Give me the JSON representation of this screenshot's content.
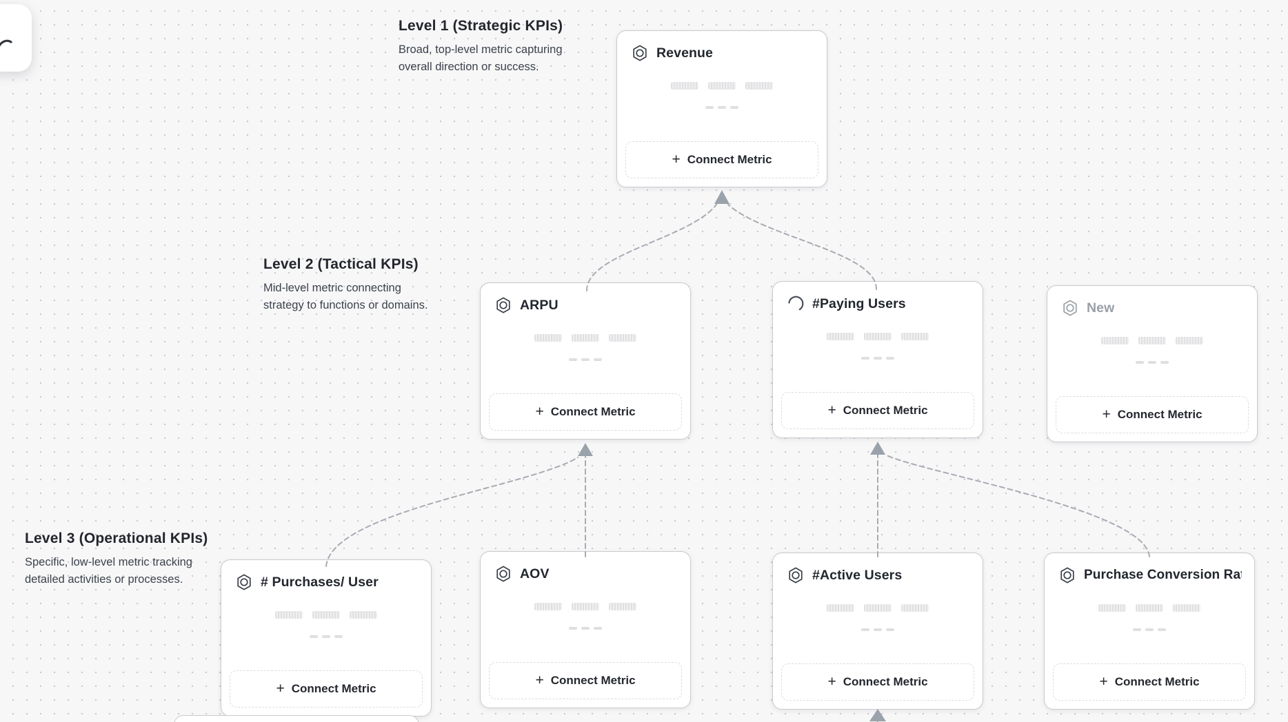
{
  "app": {
    "background": "#f7f7f8",
    "dot_color": "#c9c9cc",
    "card_border": "#c9cacd",
    "connector_color": "#a7abb2",
    "arrowhead_color": "#9aa2ab",
    "placeholder_text_color": "#9aa0a8"
  },
  "toolbar": {
    "icon": "tool-stroke-icon"
  },
  "labels": {
    "connect_metric": "Connect Metric",
    "plus": "+"
  },
  "levels": [
    {
      "title": "Level 1 (Strategic KPIs)",
      "description": "Broad, top-level metric capturing overall direction or success."
    },
    {
      "title": "Level 2 (Tactical KPIs)",
      "description": "Mid-level metric connecting strategy to functions or domains."
    },
    {
      "title": "Level 3 (Operational KPIs)",
      "description": "Specific, low-level metric tracking detailed activities or processes."
    }
  ],
  "cards": [
    {
      "id": "revenue",
      "title": "Revenue",
      "icon": "hexagon-metric-icon",
      "level": 1,
      "state": "default"
    },
    {
      "id": "arpu",
      "title": "ARPU",
      "icon": "hexagon-metric-icon",
      "level": 2,
      "state": "default"
    },
    {
      "id": "paying-users",
      "title": "#Paying Users",
      "icon": "spinner-icon",
      "level": 2,
      "state": "loading"
    },
    {
      "id": "new",
      "title": "New",
      "icon": "hexagon-metric-icon",
      "level": 2,
      "state": "placeholder"
    },
    {
      "id": "purchases-per-user",
      "title": "# Purchases/ User",
      "icon": "hexagon-metric-icon",
      "level": 3,
      "state": "default"
    },
    {
      "id": "aov",
      "title": "AOV",
      "icon": "hexagon-metric-icon",
      "level": 3,
      "state": "default"
    },
    {
      "id": "active-users",
      "title": "#Active Users",
      "icon": "hexagon-metric-icon",
      "level": 3,
      "state": "default"
    },
    {
      "id": "purchase-conversion-rate",
      "title": "Purchase Conversion Rate",
      "icon": "hexagon-metric-icon",
      "level": 3,
      "state": "default"
    }
  ],
  "connections": [
    {
      "from": "arpu",
      "to": "revenue"
    },
    {
      "from": "paying-users",
      "to": "revenue"
    },
    {
      "from": "purchases-per-user",
      "to": "arpu"
    },
    {
      "from": "aov",
      "to": "arpu"
    },
    {
      "from": "active-users",
      "to": "paying-users"
    },
    {
      "from": "purchase-conversion-rate",
      "to": "paying-users"
    },
    {
      "from": "offscreen-below",
      "to": "active-users"
    }
  ]
}
